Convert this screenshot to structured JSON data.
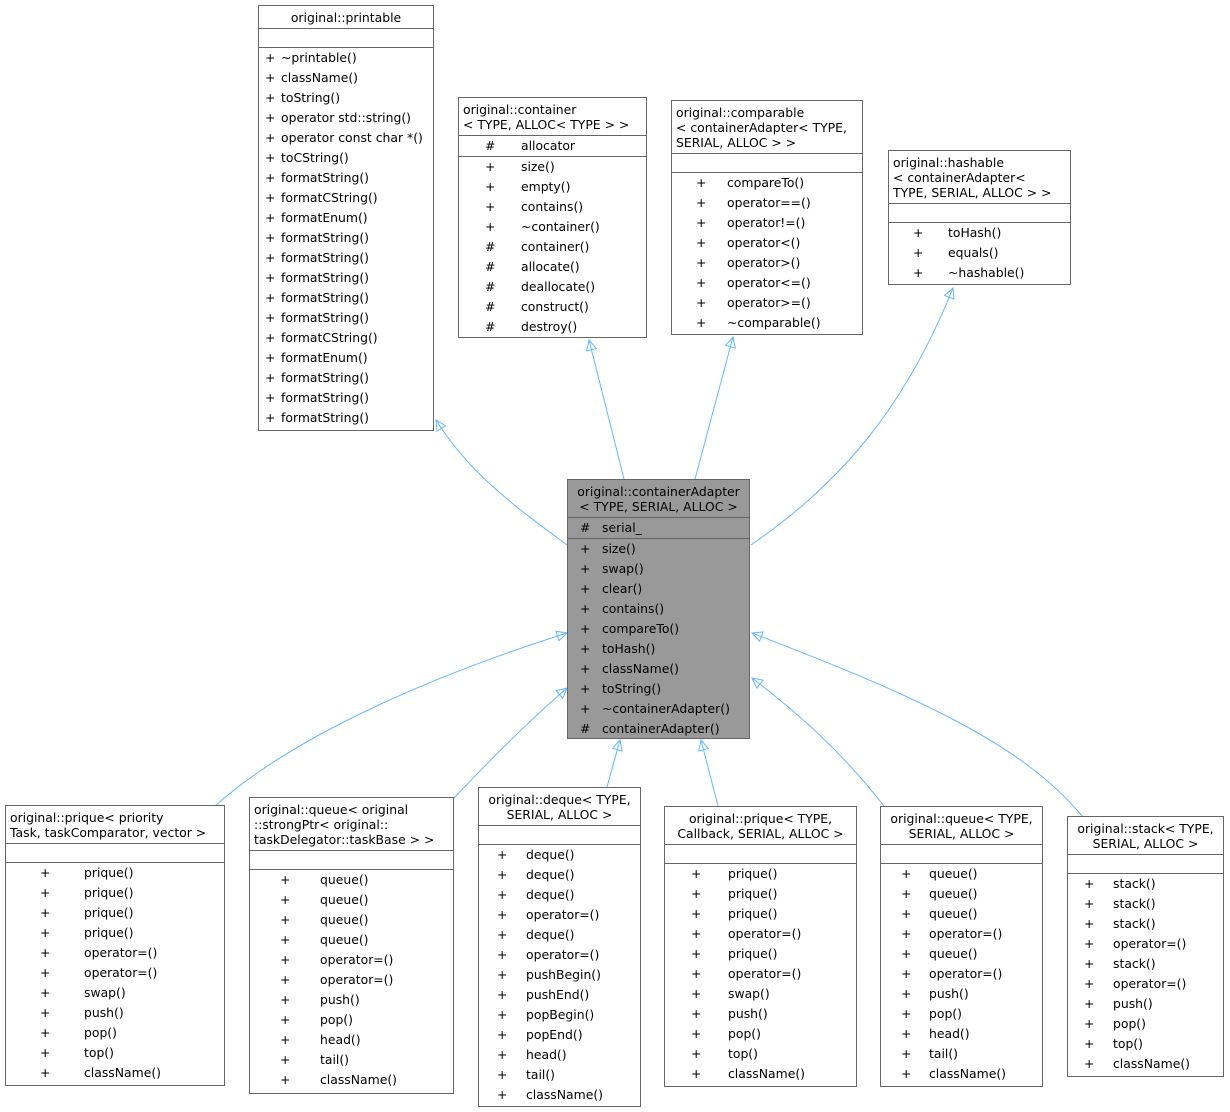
{
  "colors": {
    "edge": "#63b8ff",
    "focus_fill": "#999999",
    "border": "#666666"
  },
  "classes": [
    {
      "id": "printable",
      "title": [
        "original::printable"
      ],
      "attributes": [],
      "methods": [
        [
          "+",
          "~printable()"
        ],
        [
          "+",
          "className()"
        ],
        [
          "+",
          "toString()"
        ],
        [
          "+",
          "operator std::string()"
        ],
        [
          "+",
          "operator const char *()"
        ],
        [
          "+",
          "toCString()"
        ],
        [
          "+",
          "formatString()"
        ],
        [
          "+",
          "formatCString()"
        ],
        [
          "+",
          "formatEnum()"
        ],
        [
          "+",
          "formatString()"
        ],
        [
          "+",
          "formatString()"
        ],
        [
          "+",
          "formatString()"
        ],
        [
          "+",
          "formatString()"
        ],
        [
          "+",
          "formatString()"
        ],
        [
          "+",
          "formatCString()"
        ],
        [
          "+",
          "formatEnum()"
        ],
        [
          "+",
          "formatString()"
        ],
        [
          "+",
          "formatString()"
        ],
        [
          "+",
          "formatString()"
        ]
      ]
    },
    {
      "id": "container",
      "title": [
        "original::container",
        "< TYPE, ALLOC< TYPE > >"
      ],
      "attributes": [
        [
          "#",
          "allocator"
        ]
      ],
      "methods": [
        [
          "+",
          "size()"
        ],
        [
          "+",
          "empty()"
        ],
        [
          "+",
          "contains()"
        ],
        [
          "+",
          "~container()"
        ],
        [
          "#",
          "container()"
        ],
        [
          "#",
          "allocate()"
        ],
        [
          "#",
          "deallocate()"
        ],
        [
          "#",
          "construct()"
        ],
        [
          "#",
          "destroy()"
        ]
      ]
    },
    {
      "id": "comparable",
      "title": [
        "original::comparable",
        "< containerAdapter< TYPE,",
        "SERIAL, ALLOC > >"
      ],
      "attributes": [],
      "methods": [
        [
          "+",
          "compareTo()"
        ],
        [
          "+",
          "operator==()"
        ],
        [
          "+",
          "operator!=()"
        ],
        [
          "+",
          "operator<()"
        ],
        [
          "+",
          "operator>()"
        ],
        [
          "+",
          "operator<=()"
        ],
        [
          "+",
          "operator>=()"
        ],
        [
          "+",
          "~comparable()"
        ]
      ]
    },
    {
      "id": "hashable",
      "title": [
        "original::hashable",
        "< containerAdapter<",
        "TYPE, SERIAL, ALLOC > >"
      ],
      "attributes": [],
      "methods": [
        [
          "+",
          "toHash()"
        ],
        [
          "+",
          "equals()"
        ],
        [
          "+",
          "~hashable()"
        ]
      ]
    },
    {
      "id": "containerAdapter",
      "title": [
        "original::containerAdapter",
        "< TYPE, SERIAL, ALLOC >"
      ],
      "attributes": [
        [
          "#",
          "serial_"
        ]
      ],
      "methods": [
        [
          "+",
          "size()"
        ],
        [
          "+",
          "swap()"
        ],
        [
          "+",
          "clear()"
        ],
        [
          "+",
          "contains()"
        ],
        [
          "+",
          "compareTo()"
        ],
        [
          "+",
          "toHash()"
        ],
        [
          "+",
          "className()"
        ],
        [
          "+",
          "toString()"
        ],
        [
          "+",
          "~containerAdapter()"
        ],
        [
          "#",
          "containerAdapter()"
        ]
      ]
    },
    {
      "id": "prique1",
      "title": [
        "original::prique< priority",
        "Task, taskComparator, vector >"
      ],
      "attributes": [],
      "methods": [
        [
          "+",
          "prique()"
        ],
        [
          "+",
          "prique()"
        ],
        [
          "+",
          "prique()"
        ],
        [
          "+",
          "prique()"
        ],
        [
          "+",
          "operator=()"
        ],
        [
          "+",
          "operator=()"
        ],
        [
          "+",
          "swap()"
        ],
        [
          "+",
          "push()"
        ],
        [
          "+",
          "pop()"
        ],
        [
          "+",
          "top()"
        ],
        [
          "+",
          "className()"
        ]
      ]
    },
    {
      "id": "queue1",
      "title": [
        "original::queue< original",
        "::strongPtr< original::",
        "taskDelegator::taskBase > >"
      ],
      "attributes": [],
      "methods": [
        [
          "+",
          "queue()"
        ],
        [
          "+",
          "queue()"
        ],
        [
          "+",
          "queue()"
        ],
        [
          "+",
          "queue()"
        ],
        [
          "+",
          "operator=()"
        ],
        [
          "+",
          "operator=()"
        ],
        [
          "+",
          "push()"
        ],
        [
          "+",
          "pop()"
        ],
        [
          "+",
          "head()"
        ],
        [
          "+",
          "tail()"
        ],
        [
          "+",
          "className()"
        ]
      ]
    },
    {
      "id": "deque",
      "title": [
        "original::deque< TYPE,",
        "SERIAL, ALLOC >"
      ],
      "attributes": [],
      "methods": [
        [
          "+",
          "deque()"
        ],
        [
          "+",
          "deque()"
        ],
        [
          "+",
          "deque()"
        ],
        [
          "+",
          "operator=()"
        ],
        [
          "+",
          "deque()"
        ],
        [
          "+",
          "operator=()"
        ],
        [
          "+",
          "pushBegin()"
        ],
        [
          "+",
          "pushEnd()"
        ],
        [
          "+",
          "popBegin()"
        ],
        [
          "+",
          "popEnd()"
        ],
        [
          "+",
          "head()"
        ],
        [
          "+",
          "tail()"
        ],
        [
          "+",
          "className()"
        ]
      ]
    },
    {
      "id": "prique2",
      "title": [
        "original::prique< TYPE,",
        "Callback, SERIAL, ALLOC >"
      ],
      "attributes": [],
      "methods": [
        [
          "+",
          "prique()"
        ],
        [
          "+",
          "prique()"
        ],
        [
          "+",
          "prique()"
        ],
        [
          "+",
          "operator=()"
        ],
        [
          "+",
          "prique()"
        ],
        [
          "+",
          "operator=()"
        ],
        [
          "+",
          "swap()"
        ],
        [
          "+",
          "push()"
        ],
        [
          "+",
          "pop()"
        ],
        [
          "+",
          "top()"
        ],
        [
          "+",
          "className()"
        ]
      ]
    },
    {
      "id": "queue2",
      "title": [
        "original::queue< TYPE,",
        "SERIAL, ALLOC >"
      ],
      "attributes": [],
      "methods": [
        [
          "+",
          "queue()"
        ],
        [
          "+",
          "queue()"
        ],
        [
          "+",
          "queue()"
        ],
        [
          "+",
          "operator=()"
        ],
        [
          "+",
          "queue()"
        ],
        [
          "+",
          "operator=()"
        ],
        [
          "+",
          "push()"
        ],
        [
          "+",
          "pop()"
        ],
        [
          "+",
          "head()"
        ],
        [
          "+",
          "tail()"
        ],
        [
          "+",
          "className()"
        ]
      ]
    },
    {
      "id": "stack",
      "title": [
        "original::stack< TYPE,",
        "SERIAL, ALLOC >"
      ],
      "attributes": [],
      "methods": [
        [
          "+",
          "stack()"
        ],
        [
          "+",
          "stack()"
        ],
        [
          "+",
          "stack()"
        ],
        [
          "+",
          "operator=()"
        ],
        [
          "+",
          "stack()"
        ],
        [
          "+",
          "operator=()"
        ],
        [
          "+",
          "push()"
        ],
        [
          "+",
          "pop()"
        ],
        [
          "+",
          "top()"
        ],
        [
          "+",
          "className()"
        ]
      ]
    }
  ]
}
